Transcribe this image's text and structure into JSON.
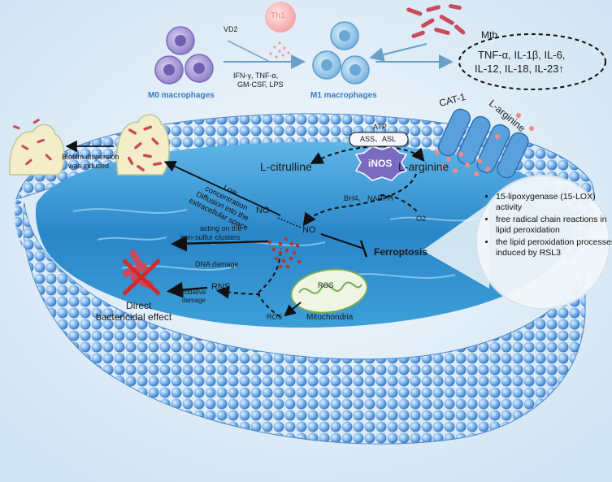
{
  "macrophages": {
    "m0_label": "M0 macrophages",
    "m1_label": "M1 macrophages",
    "th1_label": "Th1",
    "vd2_label": "VD2",
    "stimuli_lines": [
      "IFN-γ, TNF-α,",
      "GM-CSF, LPS"
    ],
    "mtb_label": "Mtb"
  },
  "cytokines": {
    "line1": "TNF-α, IL-1β, IL-6,",
    "line2": "IL-12, IL-18,  IL-23↑"
  },
  "membrane": {
    "cat1_label": "CAT-1",
    "l_arginine_outside": "L-arginine"
  },
  "pathway": {
    "atp": "ATP",
    "ass_asl": "ASS、ASL",
    "inos": "iNOS",
    "l_citrulline": "L-citrulline",
    "l_arginine": "L-arginine",
    "bh4_nadph": "BH4、 NADPH",
    "o2": "O2",
    "no_inner": "NO",
    "no_left": "NO",
    "ferroptosis": "Ferroptosis",
    "rns": "RNS",
    "ros_left": "ROS",
    "ros_mito": "ROS",
    "mitochondria": "Mitochondria"
  },
  "biofilm": {
    "text_line1": "Biofilm dispersion",
    "text_line2": "was induced",
    "diffusion_lines": [
      "Low",
      "concentration",
      "Diffusion into the",
      "extracellular space"
    ]
  },
  "bactericidal": {
    "iron_sulfur_lines": [
      "acting on the",
      "iron-sulfur clusters"
    ],
    "dna_damage": "DNA damage",
    "oxidative_lines": [
      "Oxidative",
      "damage"
    ],
    "direct_lines": [
      "Direct",
      "bactericidal effect"
    ]
  },
  "ferroptosis_callout": {
    "items": [
      "15-lipoxygenase (15-LOX) activity",
      " free radical chain reactions in lipid peroxidation",
      "the lipid peroxidation processes induced by RSL3"
    ]
  },
  "colors": {
    "macrophage_m0": "#9b8fd0",
    "macrophage_m1": "#8cc3e6",
    "membrane_bead": "#6aa6e3",
    "water": "#2f8fcf",
    "bacteria": "#c94a5a",
    "ferroptosis_circle": "#ffffff"
  }
}
